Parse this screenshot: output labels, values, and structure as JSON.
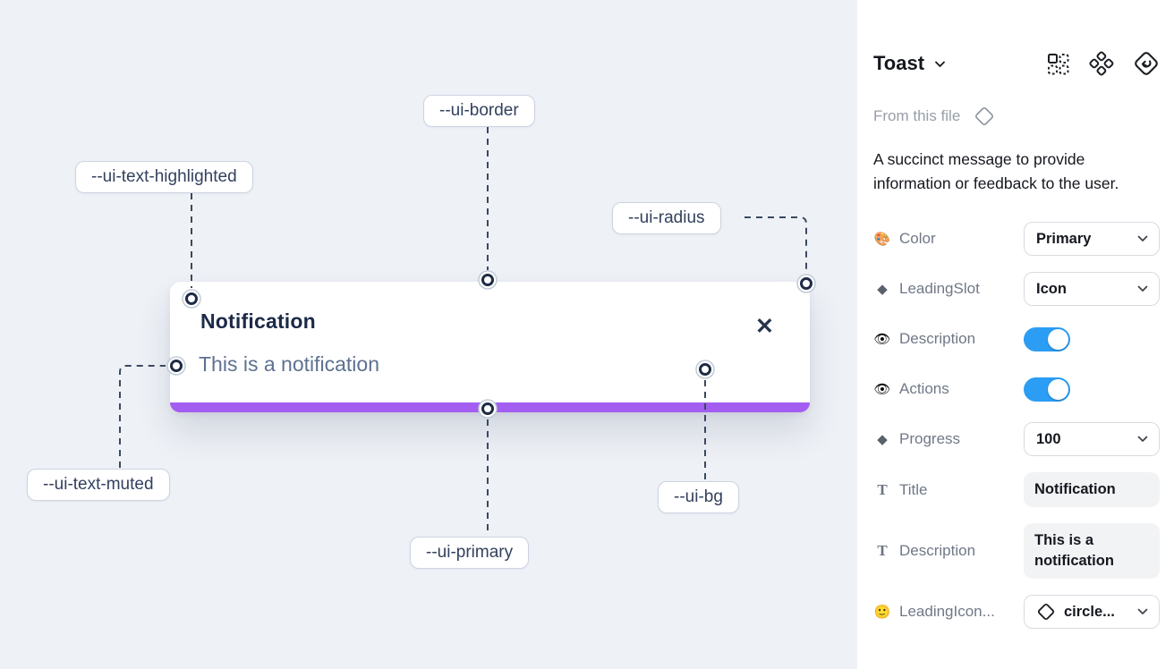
{
  "canvas": {
    "toast": {
      "title": "Notification",
      "description": "This is a notification",
      "close_icon": "✕"
    },
    "labels": [
      {
        "id": "ui-border",
        "text": "--ui-border"
      },
      {
        "id": "ui-text-highlighted",
        "text": "--ui-text-highlighted"
      },
      {
        "id": "ui-radius",
        "text": "--ui-radius"
      },
      {
        "id": "ui-text-muted",
        "text": "--ui-text-muted"
      },
      {
        "id": "ui-primary",
        "text": "--ui-primary"
      },
      {
        "id": "ui-bg",
        "text": "--ui-bg"
      }
    ],
    "colors": {
      "canvas_bg": "#eef1f6",
      "toast_bg": "#ffffff",
      "progress_bar_purple": "#a35df0",
      "connector_line": "#3b4960",
      "title_text": "#1c2a47",
      "muted_text": "#5d7191"
    }
  },
  "panel": {
    "title": "Toast",
    "header_icons": [
      "component-properties",
      "component",
      "swap-instance"
    ],
    "source": "From this file",
    "description": "A succinct message to provide information or feedback to the user.",
    "properties": [
      {
        "label": "Color",
        "icon": "palette-icon",
        "glyph": "🎨",
        "control": "dropdown",
        "value": "Primary"
      },
      {
        "label": "LeadingSlot",
        "icon": "diamond-icon",
        "glyph": "◆",
        "control": "dropdown",
        "value": "Icon"
      },
      {
        "label": "Description",
        "icon": "eye-icon",
        "glyph": "👁",
        "control": "toggle",
        "value": "on"
      },
      {
        "label": "Actions",
        "icon": "eye-icon",
        "glyph": "👁",
        "control": "toggle",
        "value": "on"
      },
      {
        "label": "Progress",
        "icon": "diamond-icon",
        "glyph": "◆",
        "control": "dropdown",
        "value": "100"
      },
      {
        "label": "Title",
        "icon": "text-icon",
        "glyph": "T",
        "control": "textbox",
        "value": "Notification"
      },
      {
        "label": "Description",
        "icon": "text-icon",
        "glyph": "T",
        "control": "textbox",
        "value": "This is a notification"
      },
      {
        "label": "LeadingIcon...",
        "icon": "smiley-icon",
        "glyph": "🙂",
        "control": "icon-dropdown",
        "value": "circle..."
      }
    ],
    "colors": {
      "toggle_on_blue": "#2b9df4",
      "panel_bg": "#ffffff",
      "label_gray": "#707887",
      "value_text": "#15181e"
    }
  }
}
